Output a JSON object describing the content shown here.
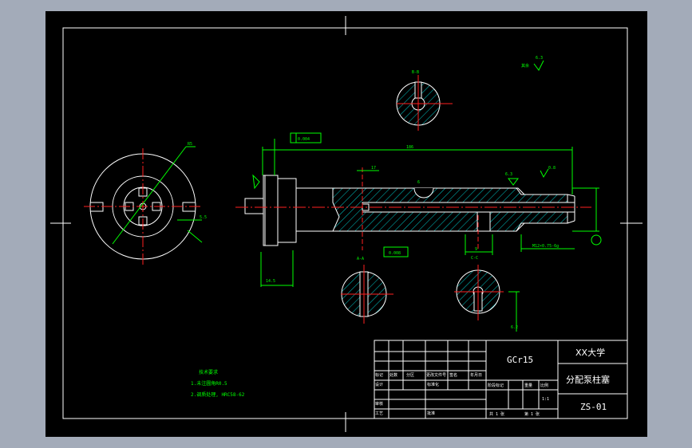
{
  "colors": {
    "background": "#a3abb9",
    "sheet": "#000000",
    "outline": "#ffffff",
    "dimension": "#00ff00",
    "centerline": "#ff2020",
    "hatch": "#00d0d0",
    "note": "#00ff00"
  },
  "annotations": {
    "surface_note": "其余",
    "surface_value": "6.3",
    "section_top": "B-B",
    "section_a": "A-A",
    "section_c": "C-C",
    "overall_length": "186",
    "tol_flat_top": "0.004",
    "tol_flat_bottom": "0.008",
    "radius_left": "R5",
    "dia_left": "5.5",
    "thread_right": "M12×0.75-6g",
    "dim_small_17": "17",
    "dim_6": "6",
    "dim_9": "9",
    "dim_14_5": "14.5",
    "dim_6_2": "6.2",
    "dim_0_8": "0.8"
  },
  "notes": {
    "heading": "技术要求",
    "line1": "1.未注圆角R0.5",
    "line2": "2.调质处理, HRC58-62"
  },
  "title_block": {
    "material": "GCr15",
    "school": "XX大学",
    "part_name": "分配泵柱塞",
    "drawing_no": "ZS-01",
    "h_mark": "标记",
    "h_count": "处数",
    "h_zone": "分区",
    "h_change": "更改文件号",
    "h_sign": "签名",
    "h_date": "年月日",
    "h_design": "设计",
    "h_std": "标准化",
    "h_review": "审核",
    "h_process": "工艺",
    "h_approve": "批准",
    "h_stage": "阶段标记",
    "h_weight": "重量",
    "h_scale": "比例",
    "scale_value": "1:1",
    "sheet_total": "共 1 张",
    "sheet_no": "第 1 张"
  }
}
